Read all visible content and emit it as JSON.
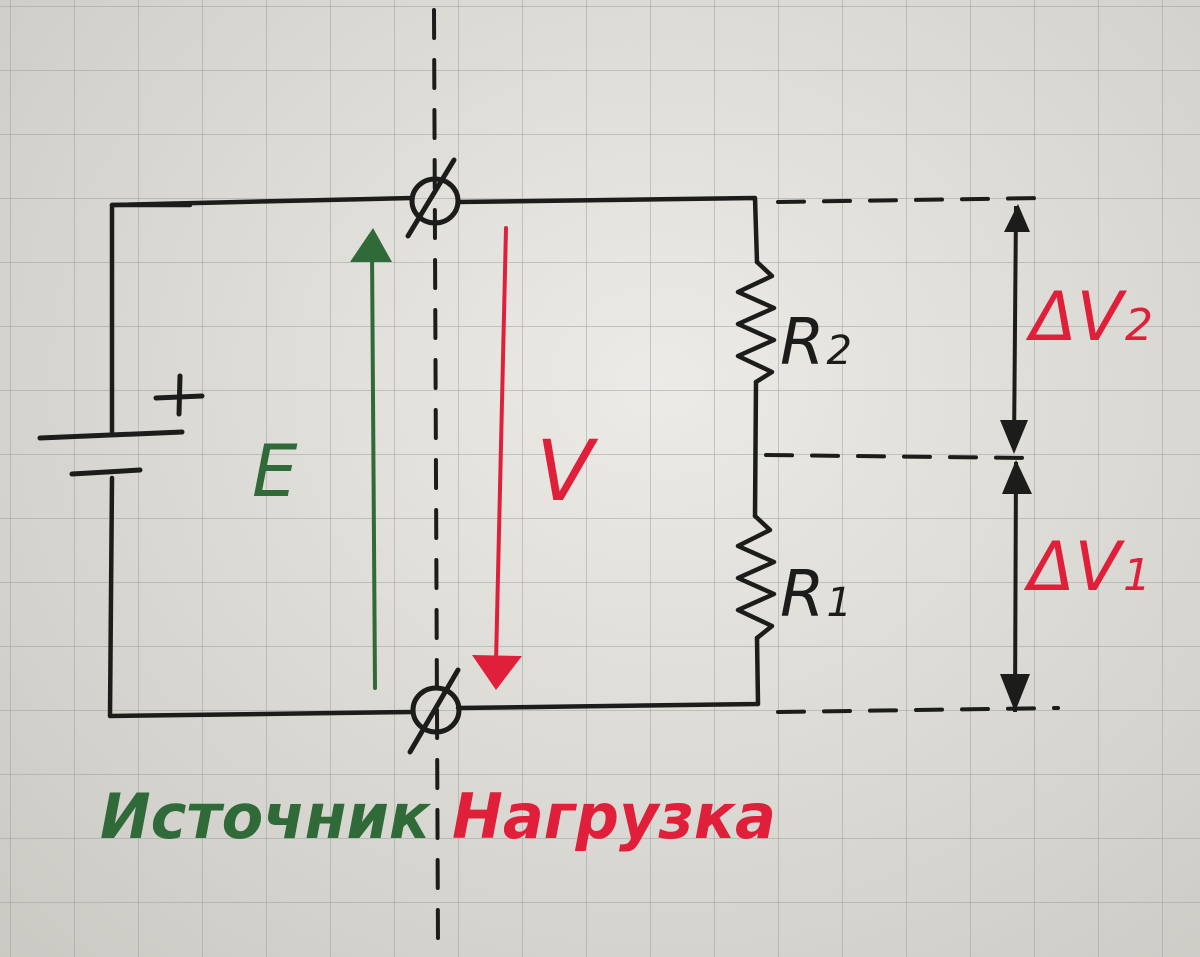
{
  "labels": {
    "emf": "E",
    "voltage": "V",
    "r2": "R",
    "r2_sub": "2",
    "r1": "R",
    "r1_sub": "1",
    "dv2": "ΔV",
    "dv2_sub": "2",
    "dv1": "ΔV",
    "dv1_sub": "1",
    "plus": "+",
    "source": "Источник",
    "load": "Нагрузка"
  },
  "colors": {
    "ink": "#1c1c1a",
    "green": "#2f6a38",
    "red": "#e0203a"
  }
}
